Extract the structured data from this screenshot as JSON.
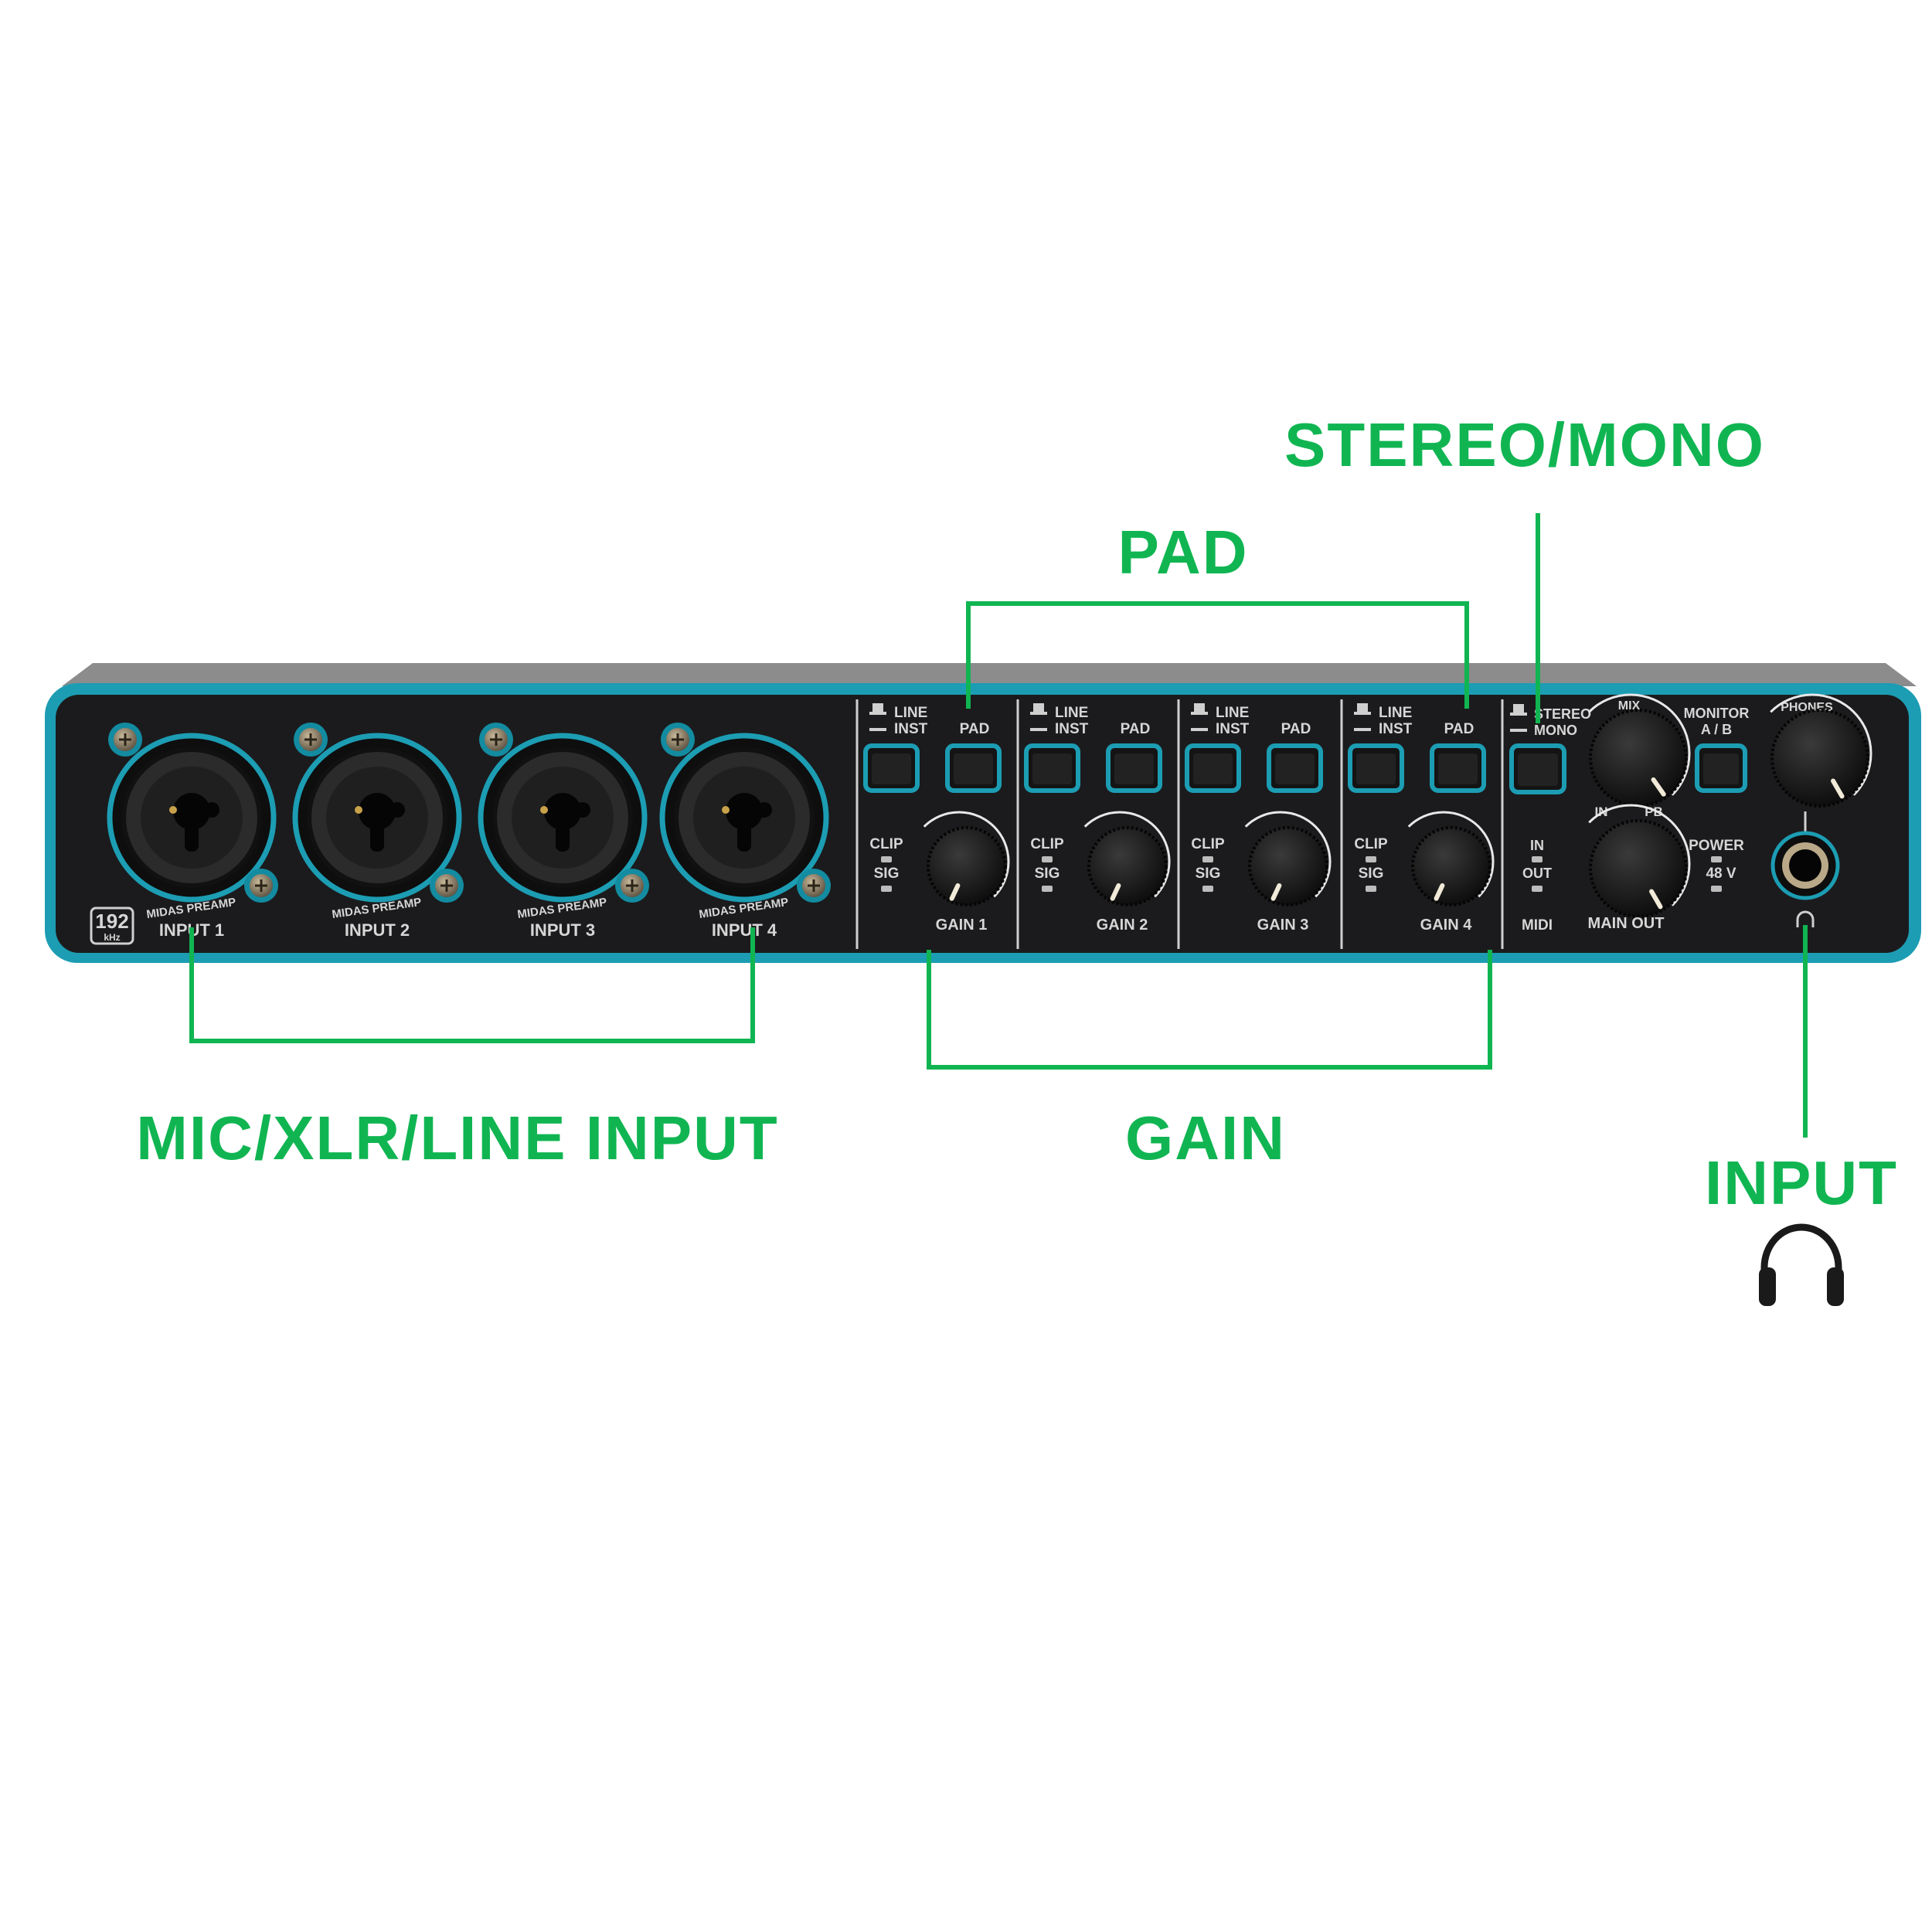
{
  "annotations": {
    "pad": "PAD",
    "stereo_mono": "STEREO/MONO",
    "mic_input": "MIC/XLR/LINE INPUT",
    "gain": "GAIN",
    "input": "INPUT"
  },
  "colors": {
    "annotation": "#10b552",
    "accent": "#1c9db3",
    "panel": "#1b1b1d",
    "label": "#d6d6d6"
  },
  "device": {
    "badge": {
      "value": "192",
      "unit": "kHz"
    },
    "inputs": [
      {
        "preamp": "MIDAS PREAMP",
        "label": "INPUT 1"
      },
      {
        "preamp": "MIDAS PREAMP",
        "label": "INPUT 2"
      },
      {
        "preamp": "MIDAS PREAMP",
        "label": "INPUT 3"
      },
      {
        "preamp": "MIDAS PREAMP",
        "label": "INPUT 4"
      }
    ],
    "channels": [
      {
        "line": "LINE",
        "inst": "INST",
        "pad": "PAD",
        "clip": "CLIP",
        "sig": "SIG",
        "gain": "GAIN 1"
      },
      {
        "line": "LINE",
        "inst": "INST",
        "pad": "PAD",
        "clip": "CLIP",
        "sig": "SIG",
        "gain": "GAIN 2"
      },
      {
        "line": "LINE",
        "inst": "INST",
        "pad": "PAD",
        "clip": "CLIP",
        "sig": "SIG",
        "gain": "GAIN 3"
      },
      {
        "line": "LINE",
        "inst": "INST",
        "pad": "PAD",
        "clip": "CLIP",
        "sig": "SIG",
        "gain": "GAIN 4"
      }
    ],
    "master": {
      "stereo": "STEREO",
      "mono": "MONO",
      "mix": "MIX",
      "mix_in": "IN",
      "mix_pb": "PB",
      "monitor": "MONITOR",
      "monitor_ab": "A / B",
      "phones": "PHONES",
      "midi_in": "IN",
      "midi_out": "OUT",
      "midi": "MIDI",
      "main_out": "MAIN OUT",
      "power": "POWER",
      "phantom": "48 V"
    }
  }
}
